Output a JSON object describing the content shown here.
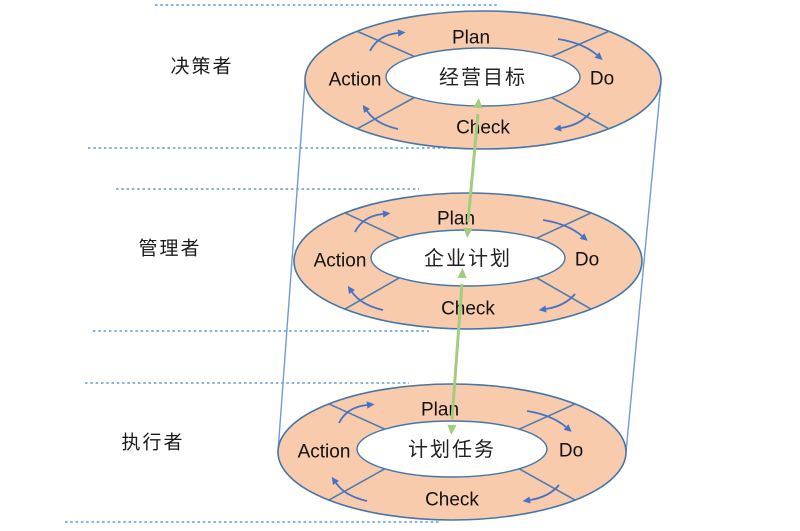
{
  "diagram": {
    "type": "pdca-three-tier-cylinder",
    "tiers": [
      {
        "id": "top",
        "role_label": "决策者",
        "center_label": "经营目标",
        "steps": {
          "plan": "Plan",
          "do": "Do",
          "check": "Check",
          "action": "Action"
        }
      },
      {
        "id": "middle",
        "role_label": "管理者",
        "center_label": "企业计划",
        "steps": {
          "plan": "Plan",
          "do": "Do",
          "check": "Check",
          "action": "Action"
        }
      },
      {
        "id": "bottom",
        "role_label": "执行者",
        "center_label": "计划任务",
        "steps": {
          "plan": "Plan",
          "do": "Do",
          "check": "Check",
          "action": "Action"
        }
      }
    ],
    "icons": {
      "rotation_arrow": "clockwise-rotation-arrow-icon",
      "link_arrow": "double-headed-vertical-arrow-icon"
    },
    "colors": {
      "ring_fill": "#F8CBAD",
      "ring_stroke": "#4675A9",
      "divider_stroke": "#4D7CB0",
      "rotation_arrow": "#4472C4",
      "dashed_line": "#5B9BD5",
      "cylinder_line": "#6E9CD4",
      "link_arrow": "#A3CD7E",
      "text_dark": "#111111",
      "center_text": "#222222",
      "background": "#FFFFFF"
    }
  }
}
